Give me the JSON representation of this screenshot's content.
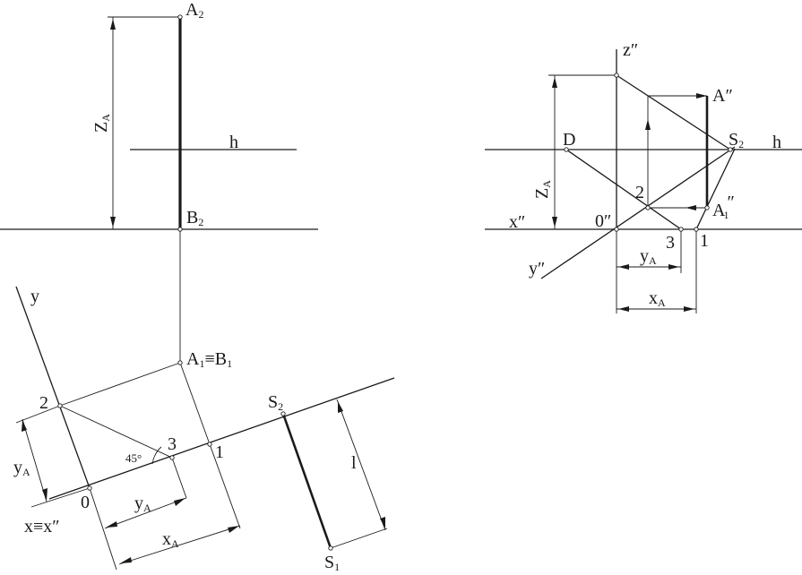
{
  "left": {
    "A2": {
      "main": "A",
      "sub": "2"
    },
    "B2": {
      "main": "B",
      "sub": "2"
    },
    "ZA": {
      "main": "Z",
      "sub": "A"
    },
    "h": "h",
    "y": "y",
    "A1B1": {
      "a": "A",
      "a_sub": "1",
      "equiv": "≡",
      "b": "B",
      "b_sub": "1"
    },
    "n2": "2",
    "n3": "3",
    "n1": "1",
    "n0": "0",
    "angle": "45°",
    "yA_left": {
      "main": "y",
      "sub": "A"
    },
    "yA_bottom": {
      "main": "y",
      "sub": "A"
    },
    "xA_bottom": {
      "main": "x",
      "sub": "A"
    },
    "x_axis": "x≡x″",
    "S2": {
      "main": "S",
      "sub": "2"
    },
    "S1": {
      "main": "S",
      "sub": "1"
    },
    "l": "l"
  },
  "right": {
    "z": "z″",
    "A_dd": "A″",
    "D": "D",
    "S2": {
      "main": "S",
      "sub": "2"
    },
    "h": "h",
    "ZA": {
      "main": "Z",
      "sub": "A"
    },
    "n2": "2",
    "A1_dd": {
      "main": "A",
      "sub": "1",
      "mark": "″"
    },
    "x": "x″",
    "origin": "0″",
    "n3": "3",
    "n1": "1",
    "y": "y″",
    "yA": {
      "main": "y",
      "sub": "A"
    },
    "xA": {
      "main": "x",
      "sub": "A"
    }
  }
}
